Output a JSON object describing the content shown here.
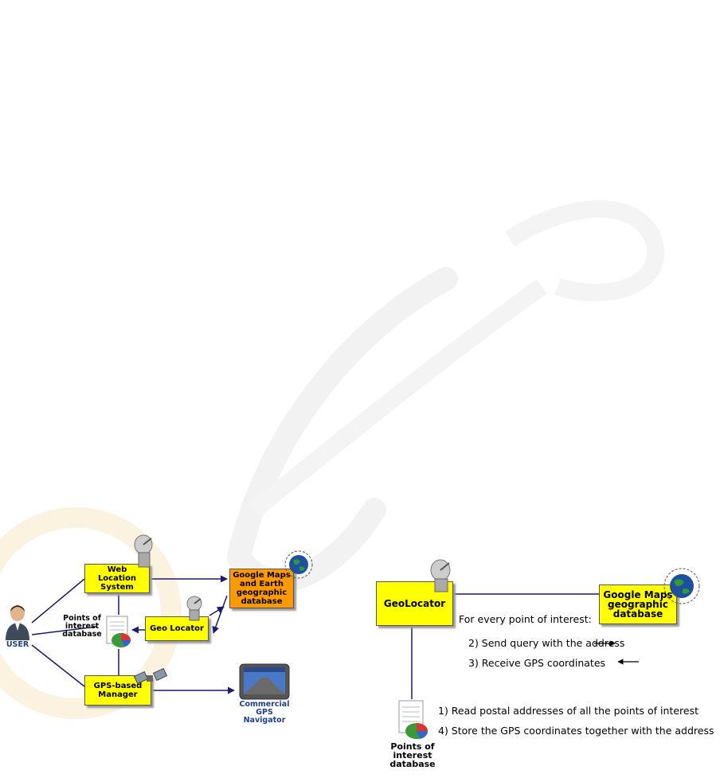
{
  "colors": {
    "box_yellow": "#ffff00",
    "box_orange": "#ff9900",
    "line_navy": "#1a1a6e",
    "user_label": "#1f3f8f",
    "navigator_label": "#1f3f8f"
  },
  "left_diagram": {
    "user_label": "USER",
    "web_location_system": "Web\nLocation\nSystem",
    "google_maps_earth": "Google Maps\nand Earth\ngeographic\ndatabase",
    "geo_locator": "Geo Locator",
    "poi_database": "Points of\ninterest\ndatabase",
    "gps_manager": "GPS-based\nManager",
    "navigator_label": "Commercial GPS\nNavigator"
  },
  "right_diagram": {
    "geolocator": "GeoLocator",
    "google_maps": "Google Maps\ngeographic\ndatabase",
    "loop_header": "For every point of interest:",
    "step2": "2) Send query with the address",
    "step3": "3) Receive GPS coordinates",
    "step1": "1) Read postal addresses of all the points of interest",
    "step4": "4) Store the GPS coordinates together with the address",
    "poi_database": "Points of\ninterest\ndatabase"
  },
  "icons": [
    "satellite-dish-icon",
    "globe-icon",
    "user-icon",
    "database-icon",
    "satellite-icon",
    "gps-device-icon"
  ]
}
